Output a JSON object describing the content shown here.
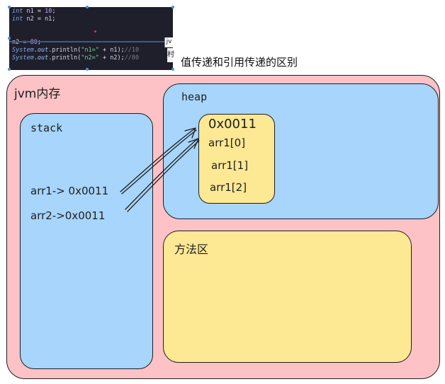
{
  "code": {
    "lines": [
      [
        {
          "t": "int",
          "c": "kw"
        },
        {
          "t": " n1 = ",
          "c": ""
        },
        {
          "t": "10",
          "c": "num"
        },
        {
          "t": ";",
          "c": ""
        }
      ],
      [
        {
          "t": "int",
          "c": "kw"
        },
        {
          "t": " n2 = n1;",
          "c": ""
        }
      ],
      [],
      [],
      [
        {
          "t": "n2 = ",
          "c": ""
        },
        {
          "t": "80",
          "c": "num"
        },
        {
          "t": ";",
          "c": ""
        }
      ],
      [
        {
          "t": "System",
          "c": "kw"
        },
        {
          "t": ".",
          "c": ""
        },
        {
          "t": "out",
          "c": "fld"
        },
        {
          "t": ".println(",
          "c": ""
        },
        {
          "t": "\"n1=\"",
          "c": "str"
        },
        {
          "t": " + n1);",
          "c": ""
        },
        {
          "t": "//10",
          "c": "cmt"
        }
      ],
      [
        {
          "t": "System",
          "c": "kw"
        },
        {
          "t": ".",
          "c": ""
        },
        {
          "t": "out",
          "c": "fld"
        },
        {
          "t": ".println(",
          "c": ""
        },
        {
          "t": "\"n2=\"",
          "c": "str"
        },
        {
          "t": " + n2);",
          "c": ""
        },
        {
          "t": "//80",
          "c": "cmt"
        }
      ]
    ],
    "tab_glyph": "jv",
    "tab_glyph2": "村"
  },
  "caption": "值传递和引用传递的区别",
  "diagram": {
    "jvm_label": "jvm内存",
    "stack_label": "stack",
    "stack_rows": [
      "arr1-> 0x0011",
      "arr2->0x0011"
    ],
    "heap_label": "heap",
    "array_address": "0x0011",
    "array_elements": [
      "arr1[0]",
      "arr1[1]",
      "arr1[2]"
    ],
    "method_area_label": "方法区"
  },
  "colors": {
    "jvm_fill": "#fcc2c6",
    "stack_fill": "#a7d5fb",
    "heap_fill": "#a7d5fb",
    "array_fill": "#fde894",
    "method_fill": "#fde894",
    "stroke": "#1e1e1e"
  }
}
